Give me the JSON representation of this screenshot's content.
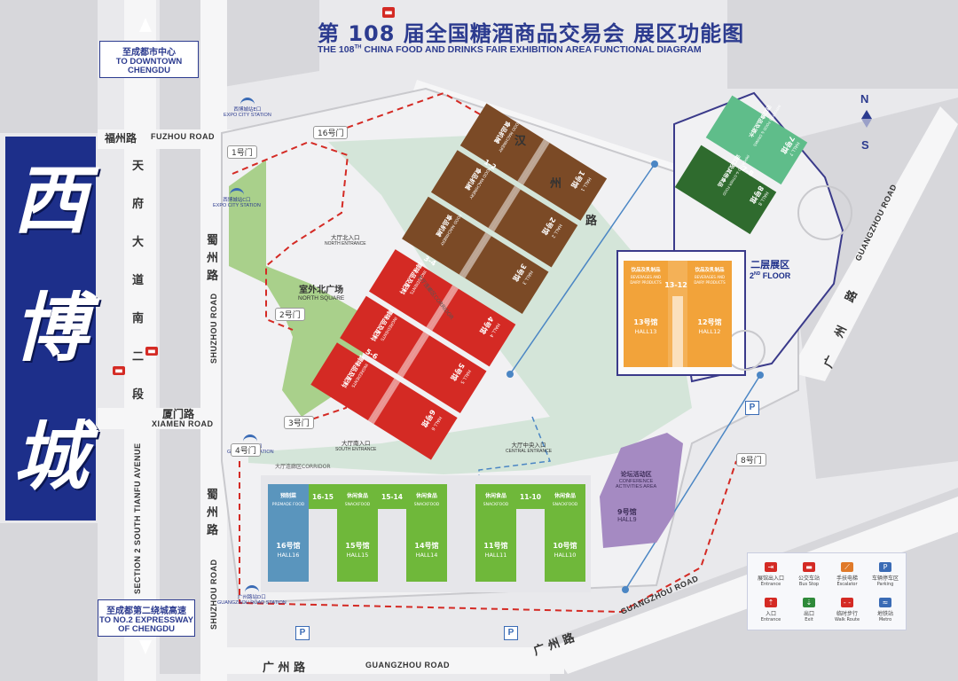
{
  "title": {
    "cn": "第 108 届全国糖酒商品交易会  展区功能图",
    "en_prefix": "THE 108",
    "en_sup": "TH",
    "en_suffix": " CHINA FOOD AND DRINKS FAIR  EXHIBITION AREA FUNCTIONAL DIAGRAM"
  },
  "side_banner": [
    "西",
    "博",
    "城"
  ],
  "compass": {
    "n": "N",
    "s": "S"
  },
  "directions": {
    "downtown": {
      "cn": "至成都市中心",
      "en1": "TO DOWNTOWN",
      "en2": "CHENGDU"
    },
    "expressway": {
      "cn": "至成都第二绕城高速",
      "en1": "TO NO.2 EXPRESSWAY",
      "en2": "OF CHENGDU"
    }
  },
  "roads": {
    "fuzhou_cn": "福州路",
    "fuzhou_en": "FUZHOU ROAD",
    "xiamen_cn": "厦门路",
    "xiamen_en": "XIAMEN ROAD",
    "tianfu_cn": [
      "天",
      "府",
      "大",
      "道",
      "南",
      "二",
      "段"
    ],
    "tianfu_en": "SECTION 2 SOUTH TIANFU AVENUE",
    "shuzhou_cn": [
      "蜀",
      "州",
      "路"
    ],
    "shuzhou_en": "SHUZHOU ROAD",
    "shuzhou2_cn": [
      "蜀",
      "州",
      "路"
    ],
    "shuzhou2_en": "SHUZHOU ROAD",
    "han_cn": [
      "汉",
      "州",
      "路"
    ],
    "guangzhou_cn": "广 州 路",
    "guangzhou_en": "GUANGZHOU ROAD",
    "guangzhou_diag_cn": "广  州  路",
    "guangzhou_diag_en": "GUANGZHOU ROAD",
    "guangzhou_ne_en": "GUANGZHOU ROAD",
    "guangzhou_e_cn": [
      "广",
      "州",
      "路"
    ]
  },
  "stations": {
    "expo_city_n": {
      "cn": "西博城站E口",
      "en": "EXPO CITY STATION"
    },
    "expo_city_w": {
      "cn": "西博城站C口",
      "en": "EXPO CITY STATION"
    },
    "guangdu": {
      "cn": "广都站D口",
      "en": "GUANGDU STATION"
    },
    "guangzhou_rd": {
      "cn": "广州路站D口",
      "en": "GUANGZHOU ROAD STATION"
    }
  },
  "gates": {
    "g1": "1号门",
    "g2": "2号门",
    "g3": "3号门",
    "g4": "4号门",
    "g8": "8号门",
    "g16": "16号门"
  },
  "areas": {
    "north_square_cn": "室外北广场",
    "north_square_en": "NORTH SQUARE",
    "north_entrance_cn": "大厅北入口",
    "north_entrance_en": "NORTH ENTRANCE",
    "south_entrance_cn": "大厅南入口",
    "south_entrance_en": "SOUTH ENTRANCE",
    "central_entrance_cn": "大厅中央入口",
    "central_entrance_en": "CENTRAL ENTRANCE",
    "corridor": "大厅连廊区CORRIDOR",
    "corridor_diag": "大厅连廊区CORRIDOR",
    "second_floor_cn": "二层展区",
    "second_floor_en_pre": "2",
    "second_floor_en_sup": "ND",
    "second_floor_en_post": " FLOOR",
    "conference_cn": "论坛活动区",
    "conference_en1": "CONFERENCE",
    "conference_en2": "ACTIVITIES AREA"
  },
  "halls_diag": [
    {
      "id": "h1",
      "cn": "1号馆",
      "en": "HALL 1",
      "cat_cn": "食品机械",
      "cat_en": "FOOD MACHINERY",
      "color": "#7b4a26"
    },
    {
      "id": "h2",
      "cn": "2号馆",
      "en": "HALL 2",
      "cat_cn": "食品机械",
      "cat_en": "FOOD MACHINERY",
      "color": "#7b4a26"
    },
    {
      "id": "h3",
      "cn": "3号馆",
      "en": "HALL 3",
      "cat_cn": "食品机械",
      "cat_en": "FOOD MACHINERY",
      "color": "#7b4a26"
    },
    {
      "id": "h4",
      "cn": "4号馆",
      "en": "HALL 4",
      "cat_cn": "调味品及配料",
      "cat_en": "INGREDIENTS",
      "color": "#d42a24"
    },
    {
      "id": "h5",
      "cn": "5号馆",
      "en": "HALL 5",
      "cat_cn": "调味品及配料",
      "cat_en": "INGREDIENTS",
      "color": "#d42a24"
    },
    {
      "id": "h6",
      "cn": "6号馆",
      "en": "HALL 6",
      "cat_cn": "调味品及配料",
      "cat_en": "INGREDIENTS",
      "color": "#d42a24"
    }
  ],
  "connectors_diag": [
    "1-2",
    "3-4",
    "5-6"
  ],
  "halls_ne": [
    {
      "id": "h7",
      "cn": "7号馆",
      "en": "HALL 7",
      "cat_cn": "进口食品及酒水",
      "cat_en": "IMPORTED FOOD & DRINKS",
      "color": "#5fbd8a"
    },
    {
      "id": "h8",
      "cn": "8号馆",
      "en": "HALL 8",
      "cat_cn": "进口及其他食品",
      "cat_en": "IMPORTED & OTHER FOOD",
      "color": "#2f6b2e"
    }
  ],
  "connector_ne": "7-8",
  "halls_2f": [
    {
      "id": "h13",
      "cn": "13号馆",
      "en": "HALL13",
      "cat_cn": "饮品及乳制品",
      "cat_en": "BEVERAGES AND DAIRY PRODUCTS",
      "color": "#f2a33a"
    },
    {
      "id": "h12",
      "cn": "12号馆",
      "en": "HALL12",
      "cat_cn": "饮品及乳制品",
      "cat_en": "BEVERAGES AND DAIRY PRODUCTS",
      "color": "#f2a33a"
    }
  ],
  "connector_2f": "13-12",
  "halls_south": [
    {
      "id": "h16",
      "cn": "16号馆",
      "en": "HALL16",
      "cat_cn": "预制菜",
      "cat_en": "PREMADE FOOD",
      "color": "#5a95bd"
    },
    {
      "id": "h15",
      "cn": "15号馆",
      "en": "HALL15",
      "cat_cn": "休闲食品",
      "cat_en": "SNACKFOOD",
      "color": "#6fb83a"
    },
    {
      "id": "h14",
      "cn": "14号馆",
      "en": "HALL14",
      "cat_cn": "休闲食品",
      "cat_en": "SNACKFOOD",
      "color": "#6fb83a"
    },
    {
      "id": "h11",
      "cn": "11号馆",
      "en": "HALL11",
      "cat_cn": "休闲食品",
      "cat_en": "SNACKFOOD",
      "color": "#6fb83a"
    },
    {
      "id": "h10",
      "cn": "10号馆",
      "en": "HALL10",
      "cat_cn": "休闲食品",
      "cat_en": "SNACKFOOD",
      "color": "#6fb83a"
    }
  ],
  "connectors_south": [
    "16-15",
    "15-14",
    "11-10"
  ],
  "hall9": {
    "cn": "9号馆",
    "en": "HALL9",
    "color": "#a58ac2"
  },
  "parking": "P",
  "legend": [
    {
      "cn": "展馆出入口",
      "en": "Entrance",
      "sym": "⇥",
      "color": "#d42a24"
    },
    {
      "cn": "公交车站",
      "en": "Bus Stop",
      "sym": "▬",
      "color": "#d42a24"
    },
    {
      "cn": "手扶电梯",
      "en": "Escalator",
      "sym": "⟋",
      "color": "#e07a2a"
    },
    {
      "cn": "车辆停车区",
      "en": "Parking",
      "sym": "P",
      "color": "#3a6bb5"
    },
    {
      "cn": "入口",
      "en": "Entrance",
      "sym": "⇡",
      "color": "#d42a24"
    },
    {
      "cn": "出口",
      "en": "Exit",
      "sym": "⇣",
      "color": "#2f8a3a"
    },
    {
      "cn": "临时步行",
      "en": "Walk Route",
      "sym": "- -",
      "color": "#d42a24"
    },
    {
      "cn": "地铁站",
      "en": "Metro",
      "sym": "≈",
      "color": "#3a6bb5"
    }
  ]
}
